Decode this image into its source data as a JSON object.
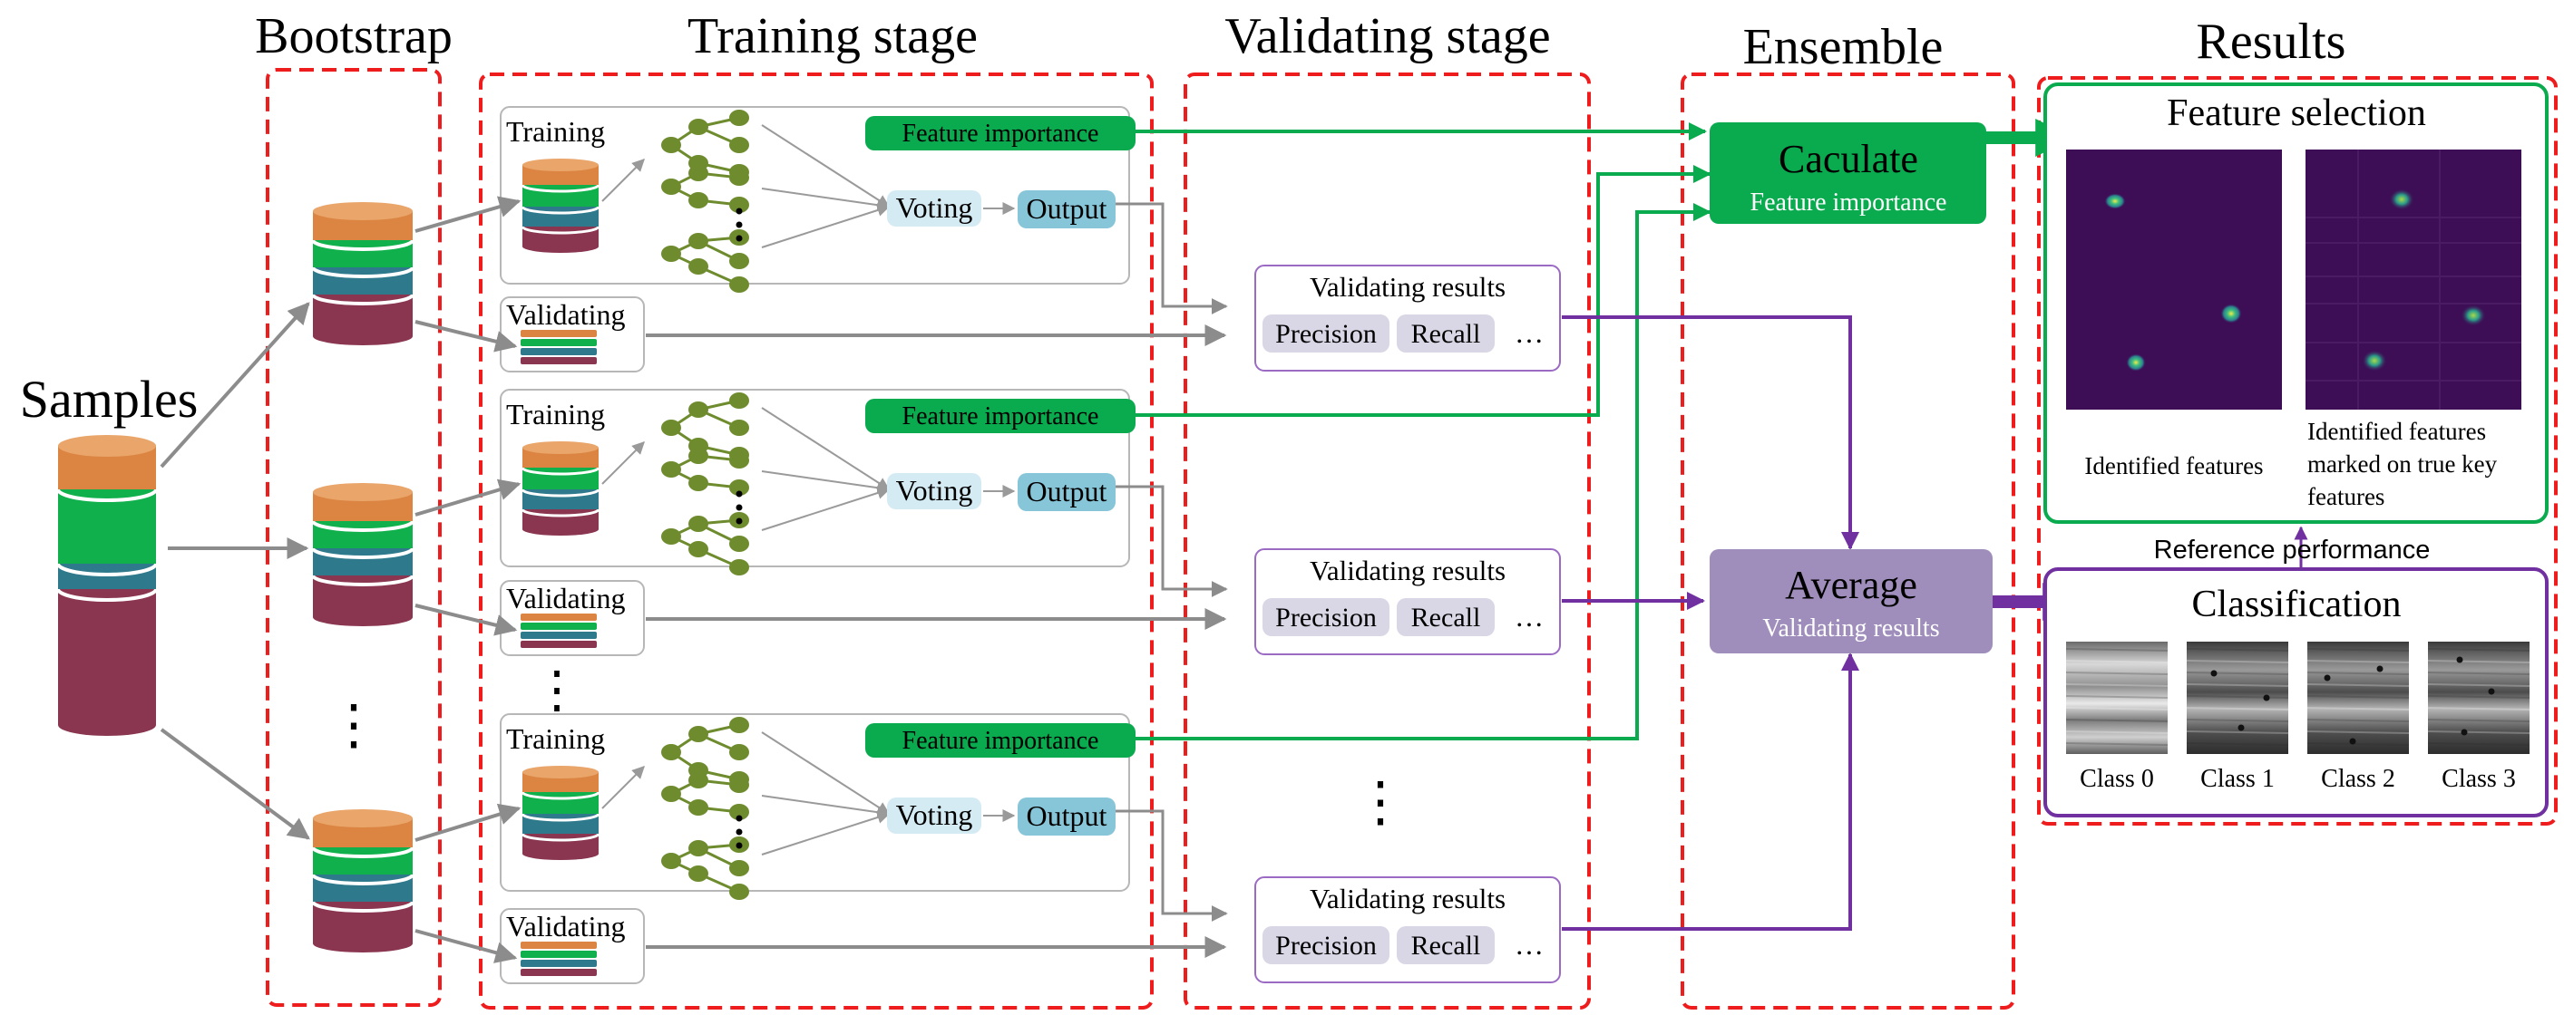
{
  "headers": {
    "bootstrap": "Bootstrap",
    "training": "Training stage",
    "validating": "Validating stage",
    "ensemble": "Ensemble",
    "results": "Results"
  },
  "samples_label": "Samples",
  "ellipsis": "⋮",
  "training_label": "Training",
  "validating_label": "Validating",
  "feature_importance_label": "Feature  importance",
  "voting_label": "Voting",
  "output_label": "Output",
  "validating_results": {
    "title": "Validating results",
    "precision": "Precision",
    "recall": "Recall",
    "more": "…"
  },
  "caculate": {
    "title": "Caculate",
    "subtitle": "Feature  importance"
  },
  "average": {
    "title": "Average",
    "subtitle": "Validating results"
  },
  "feature_selection": {
    "title": "Feature selection",
    "caption_left": "Identified features",
    "caption_right_lines": [
      "Identified features",
      "marked on true key",
      "features"
    ]
  },
  "reference_performance": "Reference performance",
  "classification": {
    "title": "Classification",
    "classes": [
      "Class 0",
      "Class 1",
      "Class 2",
      "Class 3"
    ]
  },
  "colors": {
    "dashed_red": "#ee1c1c",
    "green": "#0aaa4e",
    "purple": "#7030a0",
    "average_box": "#9f8dbc",
    "orange": "#dc8542",
    "cyl_green": "#10b04c",
    "teal": "#2e7a8c",
    "maroon": "#8a3650",
    "tree_node": "#6e8b2e",
    "voting_fill": "#d5ebf4",
    "output_fill": "#87c5d8",
    "pill_fill": "#d9d6e6",
    "heatmap_bg": "#3d0d55",
    "arrow_gray": "#8c8c8c"
  }
}
